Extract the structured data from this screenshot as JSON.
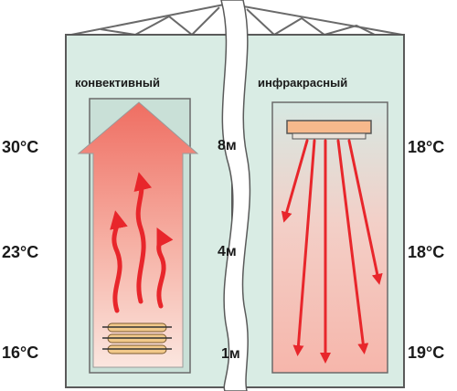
{
  "diagram": {
    "left_panel": {
      "label": "конвективный",
      "temperatures": [
        "30°C",
        "23°C",
        "16°C"
      ]
    },
    "right_panel": {
      "label": "инфракрасный",
      "temperatures": [
        "18°C",
        "18°C",
        "19°C"
      ]
    },
    "heights": [
      "8м",
      "4м",
      "1м"
    ],
    "colors": {
      "wall": "#d9ece4",
      "wall_stroke": "#5a5a5a",
      "inner_panel": "#c7dfd6",
      "heat_red": "#e8262b",
      "heat_gradient_top": "#f07a6a",
      "heat_gradient_bottom": "#fbe3dc",
      "heater_tube": "#f2c98a",
      "ir_heater": "#f7b98c"
    }
  }
}
